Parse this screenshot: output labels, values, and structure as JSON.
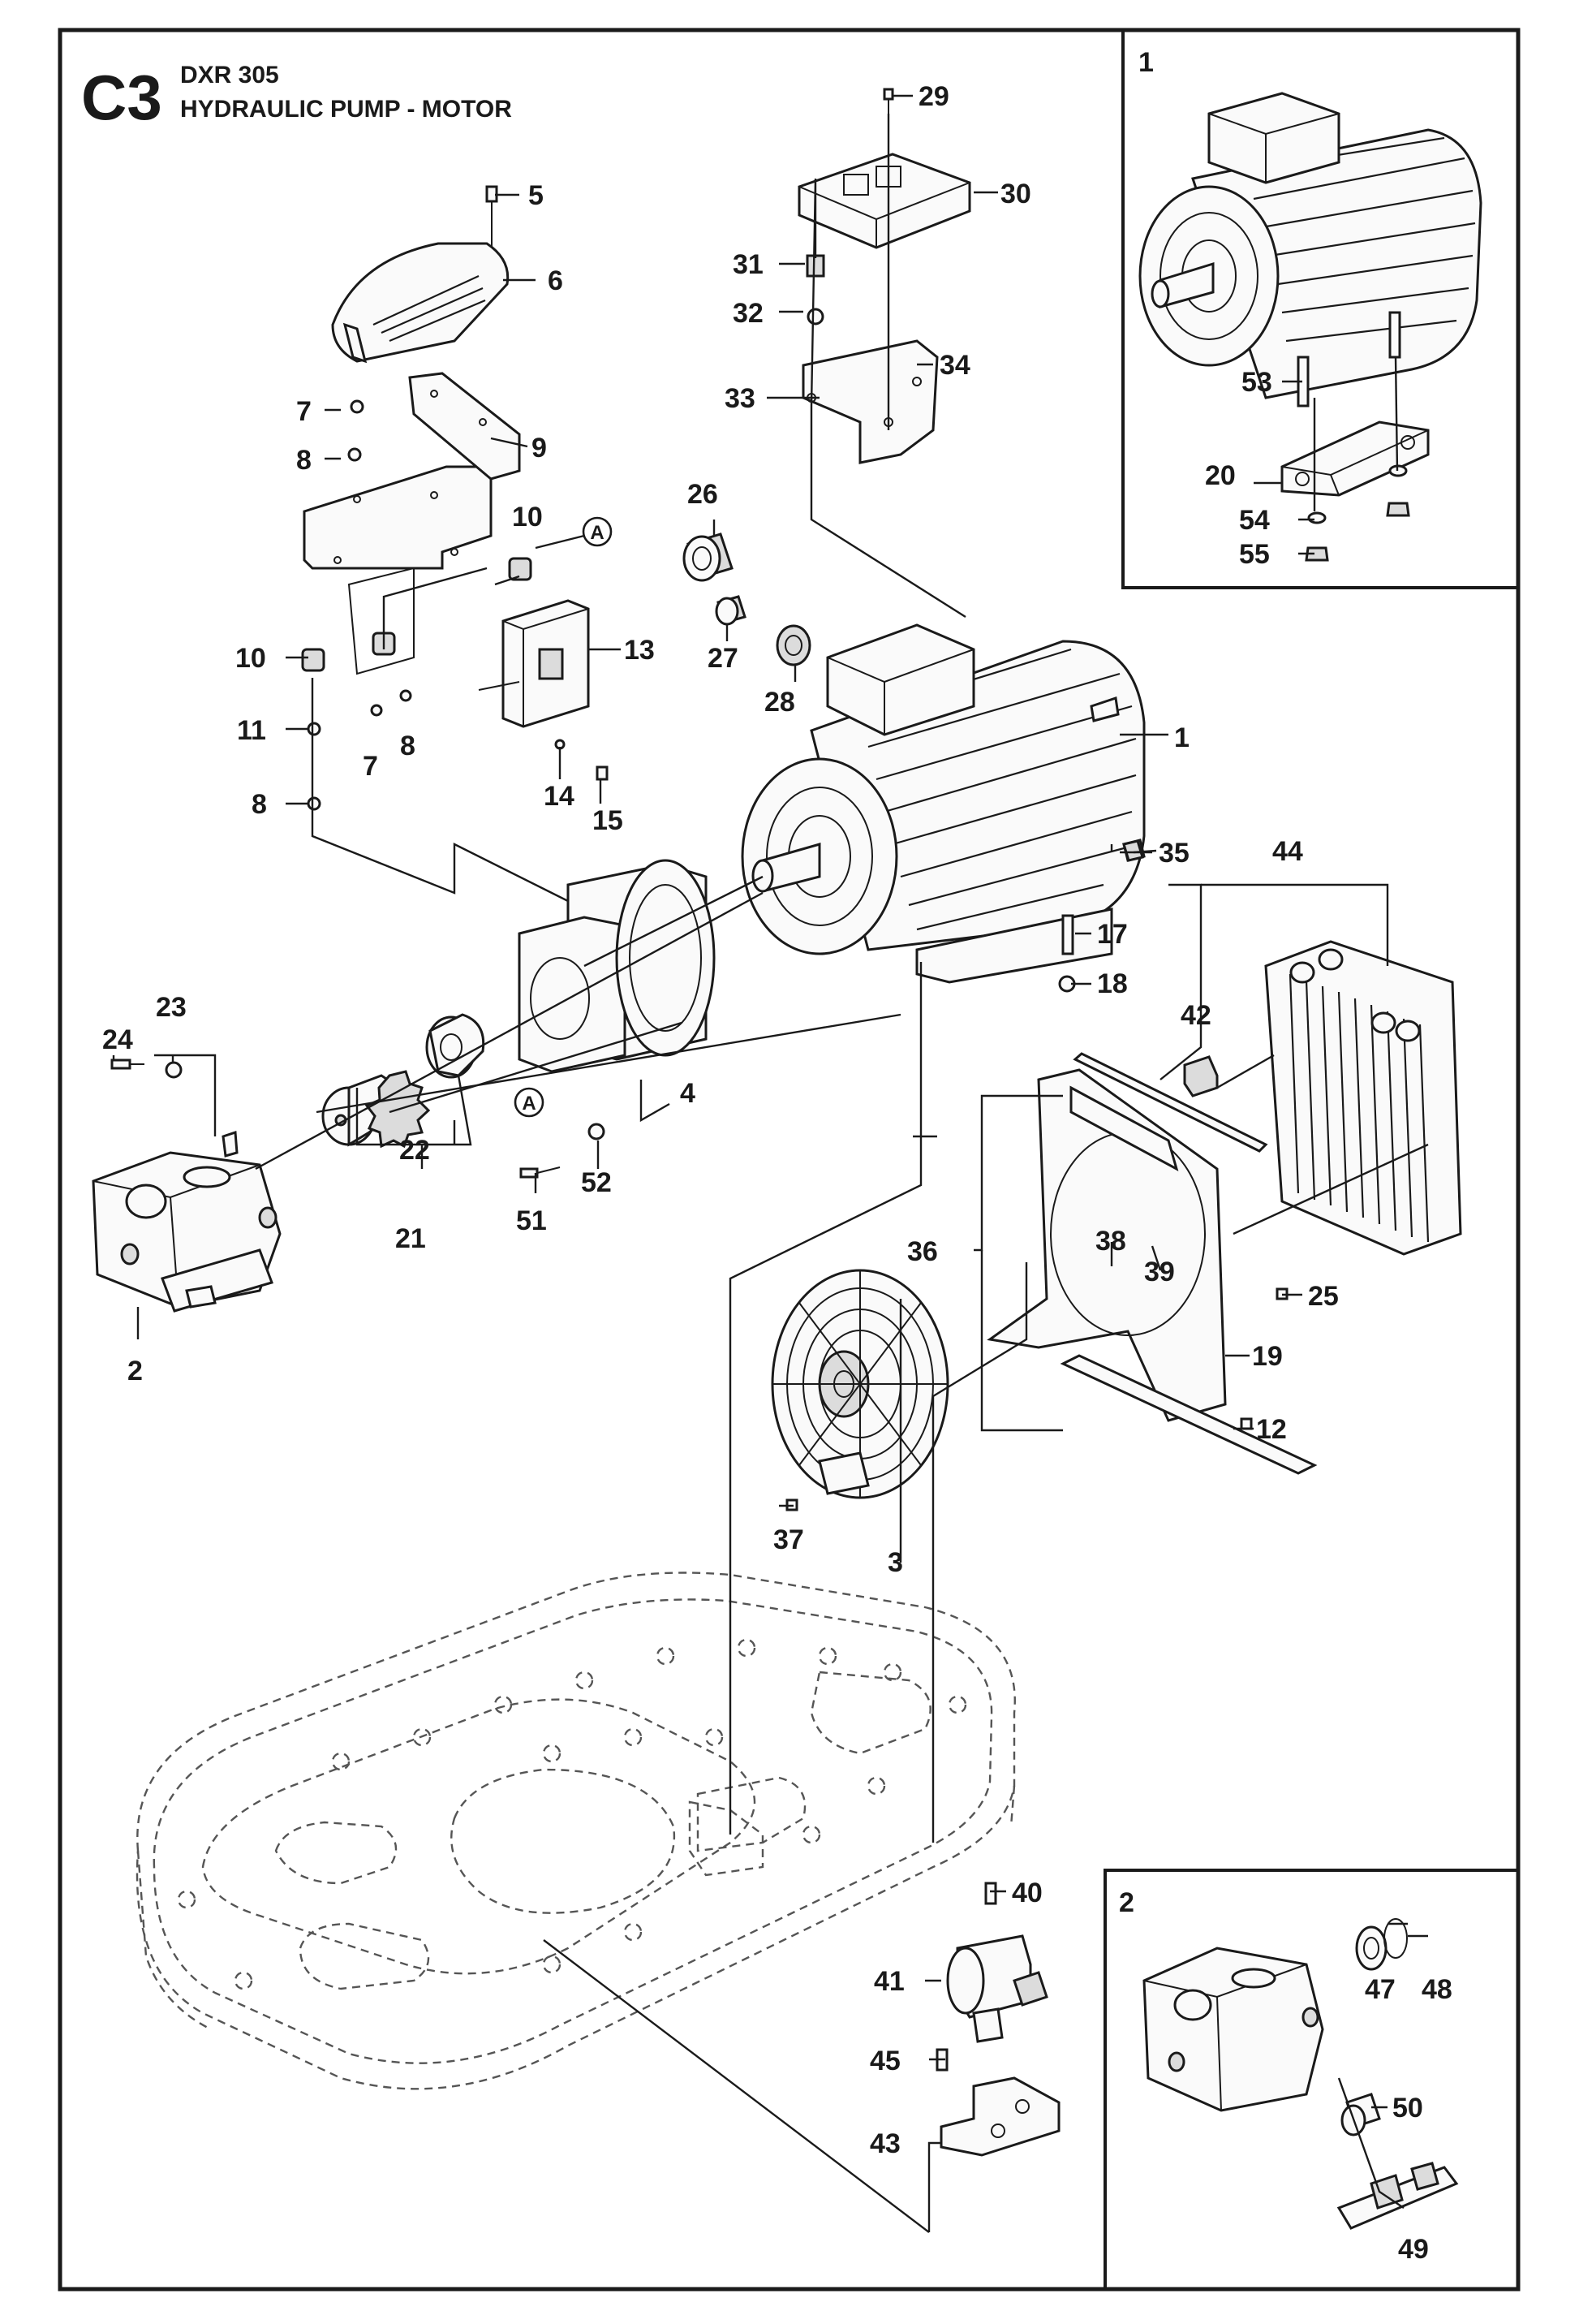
{
  "header": {
    "section_code": "C3",
    "model": "DXR 305",
    "title": "HYDRAULIC PUMP - MOTOR"
  },
  "insets": {
    "motor_inset_label": "1",
    "pump_inset_label": "2"
  },
  "reference_marker": "A",
  "callouts": {
    "c1": "1",
    "c2": "2",
    "c3": "3",
    "c4": "4",
    "c5": "5",
    "c6": "6",
    "c7a": "7",
    "c7b": "7",
    "c8a": "8",
    "c8b": "8",
    "c8c": "8",
    "c9": "9",
    "c10a": "10",
    "c10b": "10",
    "c11": "11",
    "c12": "12",
    "c13": "13",
    "c14": "14",
    "c15": "15",
    "c17": "17",
    "c18": "18",
    "c19": "19",
    "c20": "20",
    "c21": "21",
    "c22": "22",
    "c23": "23",
    "c24": "24",
    "c25": "25",
    "c26": "26",
    "c27": "27",
    "c28": "28",
    "c29": "29",
    "c30": "30",
    "c31": "31",
    "c32": "32",
    "c33": "33",
    "c34": "34",
    "c35": "35",
    "c36": "36",
    "c37": "37",
    "c38": "38",
    "c39": "39",
    "c40": "40",
    "c41": "41",
    "c42": "42",
    "c43": "43",
    "c44": "44",
    "c45": "45",
    "c47": "47",
    "c48": "48",
    "c49": "49",
    "c50": "50",
    "c51": "51",
    "c52": "52",
    "c53": "53",
    "c54": "54",
    "c55": "55"
  }
}
